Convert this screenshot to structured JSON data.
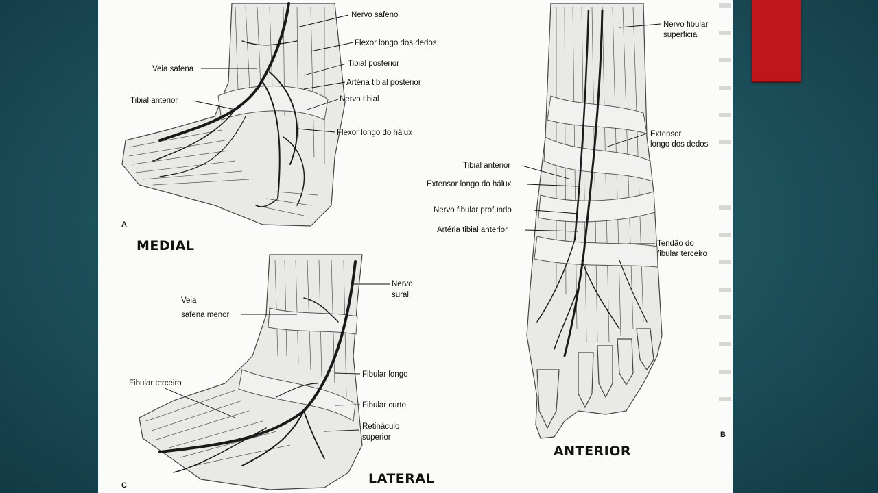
{
  "slide": {
    "accent_color": "#c0161b",
    "background_color": "#1f5560"
  },
  "figure": {
    "panel_a": {
      "letter": "A",
      "view_label": "MEDIAL",
      "labels": [
        "Nervo safeno",
        "Flexor longo dos dedos",
        "Veia safena",
        "Tibial posterior",
        "Artéria tibial posterior",
        "Tibial anterior",
        "Nervo tibial",
        "Flexor longo do hálux"
      ]
    },
    "panel_b": {
      "letter": "B",
      "view_label": "ANTERIOR",
      "labels": [
        "Nervo fibular superficial",
        "Extensor longo dos dedos",
        "Tibial anterior",
        "Extensor longo do hálux",
        "Nervo fibular profundo",
        "Artéria tibial anterior",
        "Tendão do fibular terceiro"
      ]
    },
    "panel_c": {
      "letter": "C",
      "view_label": "LATERAL",
      "labels": [
        "Nervo sural",
        "Veia safena menor",
        "Fibular terceiro",
        "Fibular longo",
        "Fibular curto",
        "Retináculo superior"
      ]
    }
  }
}
